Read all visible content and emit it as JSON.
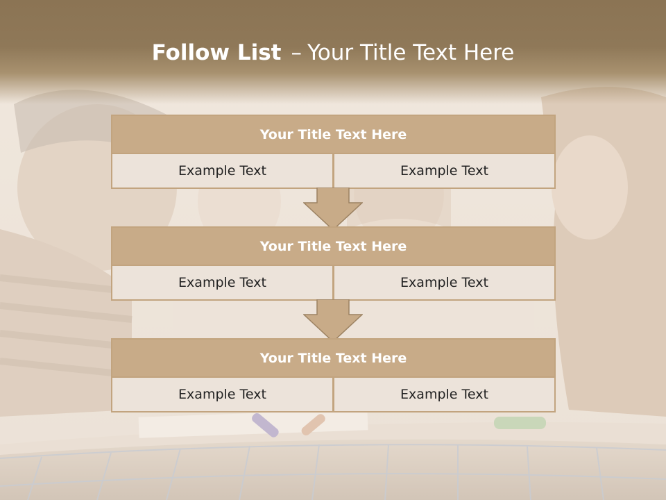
{
  "slide": {
    "title_bold": "Follow List",
    "title_separator": "–",
    "title_rest": "Your Title Text Here"
  },
  "colors": {
    "header_band": "#8b7454",
    "box_header": "#c8ab88",
    "box_border": "#c2a47f",
    "cell_bg": "#ece3da",
    "text_light": "#ffffff",
    "text_dark": "#222222"
  },
  "steps": [
    {
      "title": "Your Title Text Here",
      "left": "Example Text",
      "right": "Example Text"
    },
    {
      "title": "Your Title Text Here",
      "left": "Example Text",
      "right": "Example Text"
    },
    {
      "title": "Your Title Text Here",
      "left": "Example Text",
      "right": "Example Text"
    }
  ],
  "icons": [
    "down-arrow-icon",
    "down-arrow-icon"
  ]
}
